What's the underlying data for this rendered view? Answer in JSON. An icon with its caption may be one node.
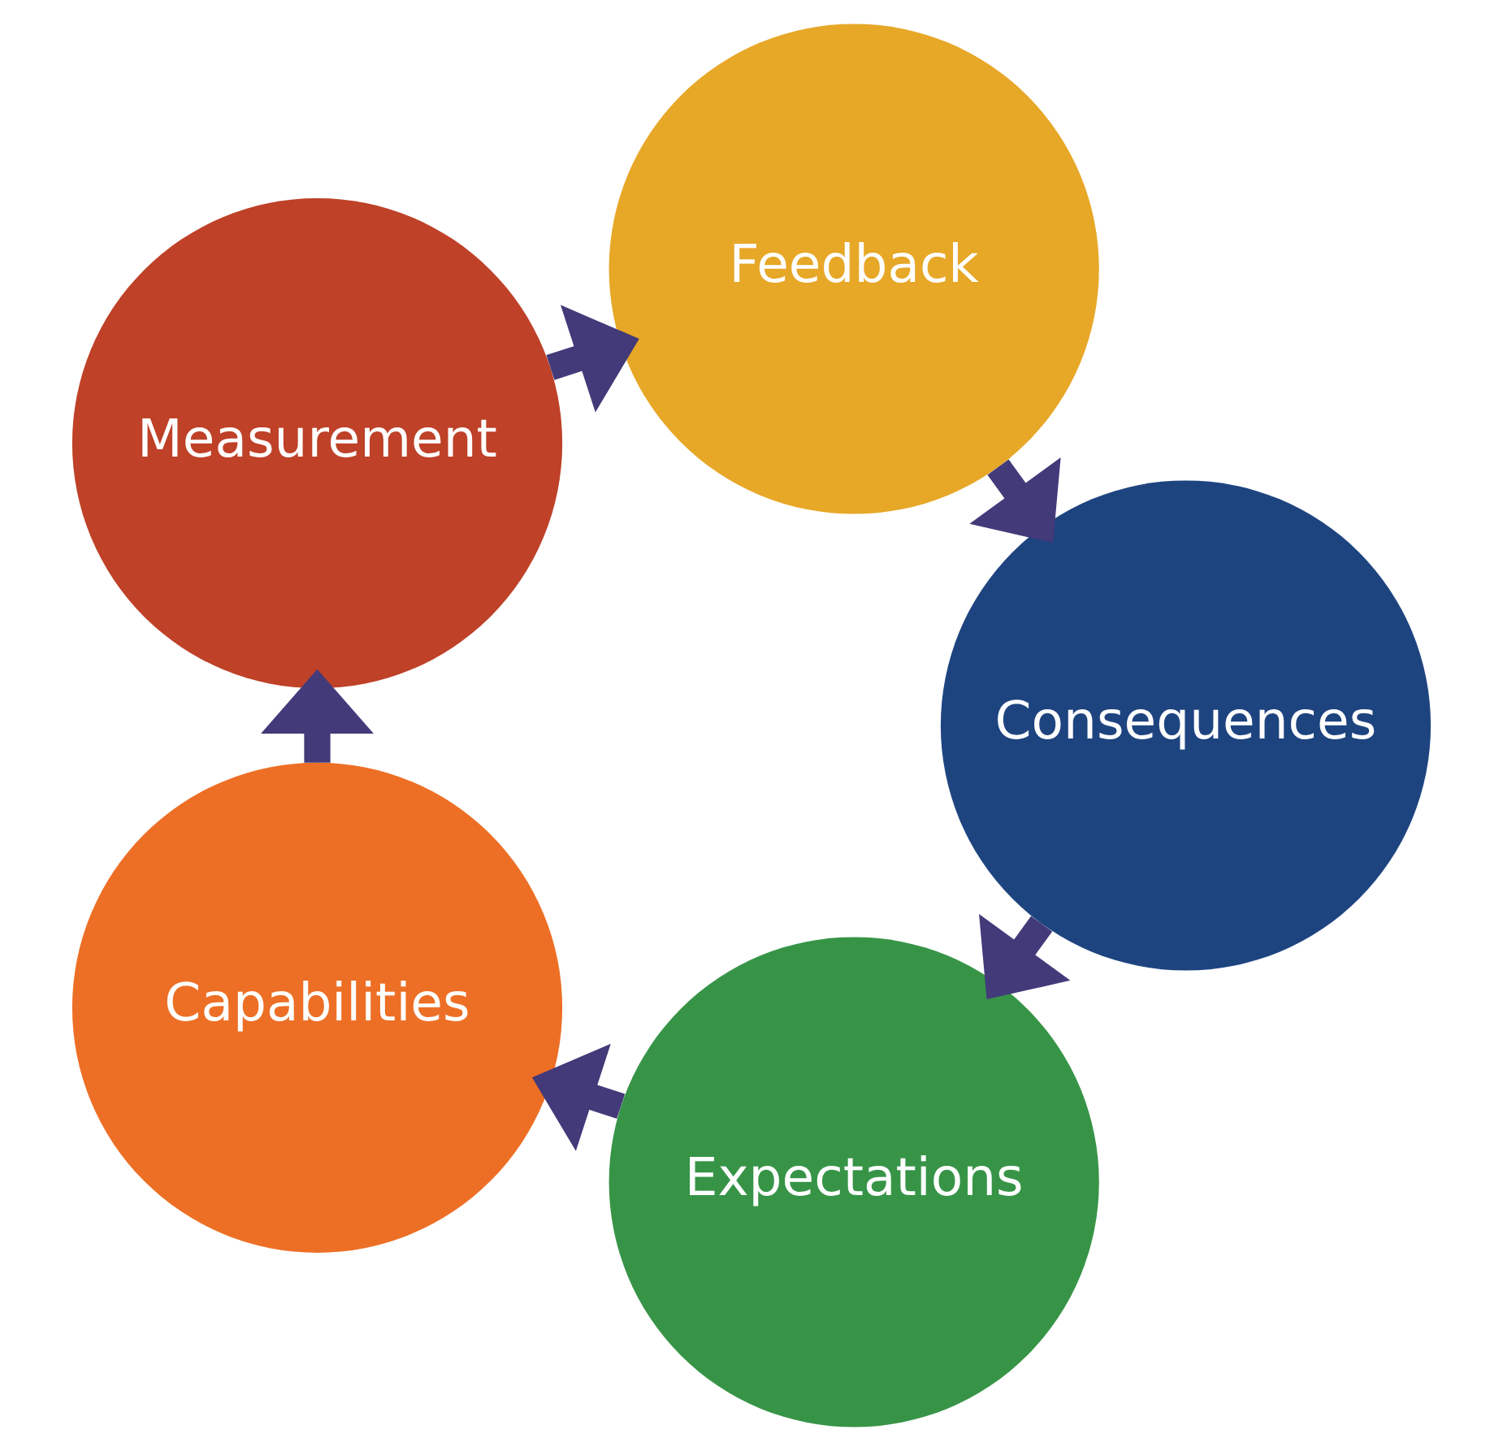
{
  "diagram": {
    "nodes": [
      {
        "text": [
          "Expectations"
        ]
      },
      {
        "text": [
          "Capabilities"
        ]
      },
      {
        "text": [
          "Measurement"
        ]
      },
      {
        "text": [
          "Feedback"
        ]
      },
      {
        "text": [
          "Consequences"
        ]
      }
    ],
    "edges": [
      {
        "from": 0,
        "to": 1,
        "arrow": "to"
      },
      {
        "from": 1,
        "to": 2,
        "arrow": "to"
      },
      {
        "from": 2,
        "to": 3,
        "arrow": "to"
      },
      {
        "from": 3,
        "to": 4,
        "arrow": "to"
      },
      {
        "from": 4,
        "to": 0,
        "arrow": "to"
      }
    ]
  }
}
